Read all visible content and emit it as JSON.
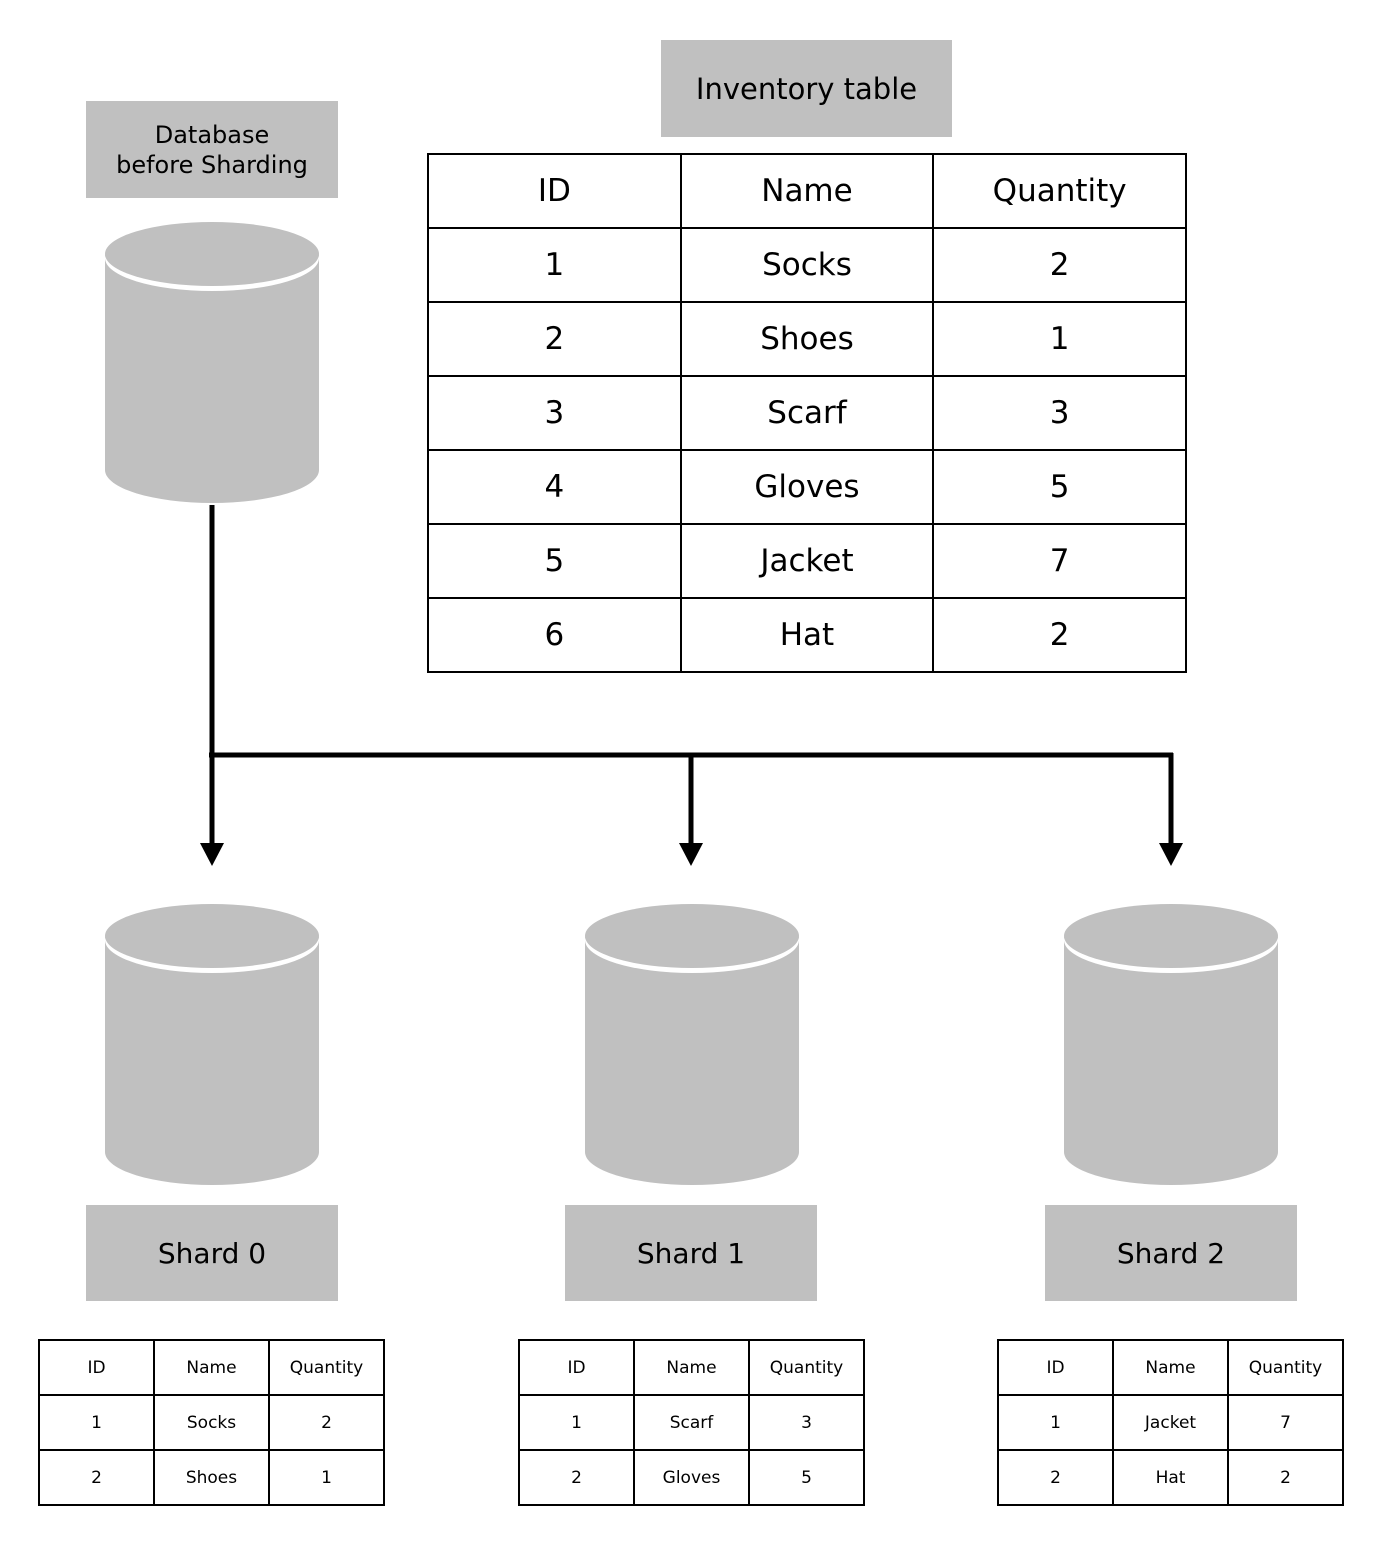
{
  "source_db": {
    "label_line1": "Database",
    "label_line2": "before Sharding"
  },
  "inventory": {
    "title": "Inventory table",
    "columns": [
      "ID",
      "Name",
      "Quantity"
    ],
    "rows": [
      [
        "1",
        "Socks",
        "2"
      ],
      [
        "2",
        "Shoes",
        "1"
      ],
      [
        "3",
        "Scarf",
        "3"
      ],
      [
        "4",
        "Gloves",
        "5"
      ],
      [
        "5",
        "Jacket",
        "7"
      ],
      [
        "6",
        "Hat",
        "2"
      ]
    ]
  },
  "shards": [
    {
      "label": "Shard 0",
      "columns": [
        "ID",
        "Name",
        "Quantity"
      ],
      "rows": [
        [
          "1",
          "Socks",
          "2"
        ],
        [
          "2",
          "Shoes",
          "1"
        ]
      ]
    },
    {
      "label": "Shard 1",
      "columns": [
        "ID",
        "Name",
        "Quantity"
      ],
      "rows": [
        [
          "1",
          "Scarf",
          "3"
        ],
        [
          "2",
          "Gloves",
          "5"
        ]
      ]
    },
    {
      "label": "Shard 2",
      "columns": [
        "ID",
        "Name",
        "Quantity"
      ],
      "rows": [
        [
          "1",
          "Jacket",
          "7"
        ],
        [
          "2",
          "Hat",
          "2"
        ]
      ]
    }
  ],
  "colors": {
    "cylinder": "#c0c0c0",
    "line": "#000000"
  }
}
